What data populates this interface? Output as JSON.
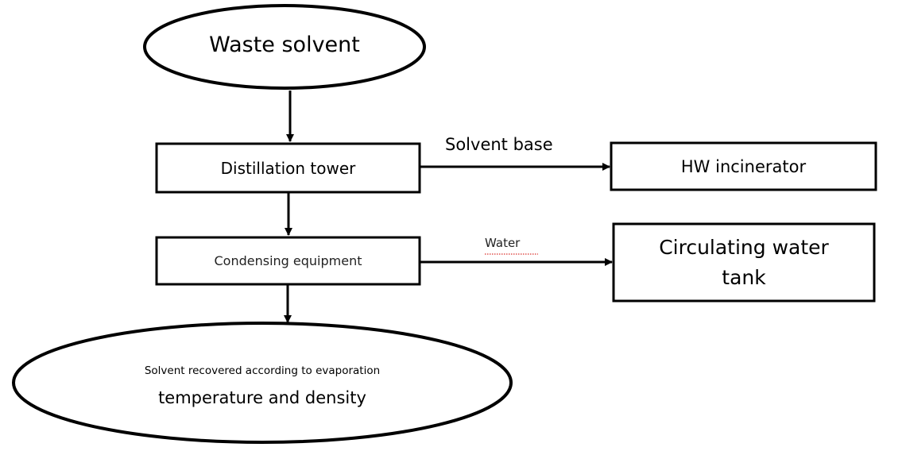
{
  "nodes": {
    "waste_solvent": "Waste solvent",
    "distillation_tower": "Distillation tower",
    "hw_incinerator": "HW incinerator",
    "condensing_equipment": "Condensing equipment",
    "circulating_water_tank": {
      "line1": "Circulating water",
      "line2": "tank"
    },
    "solvent_recovered": {
      "line1": "Solvent recovered according to evaporation",
      "line2": "temperature and density"
    }
  },
  "edges": {
    "solvent_base": "Solvent base",
    "water": "Water"
  },
  "colors": {
    "stroke": "#000000",
    "spellcheck_underline": "#d9302c"
  }
}
